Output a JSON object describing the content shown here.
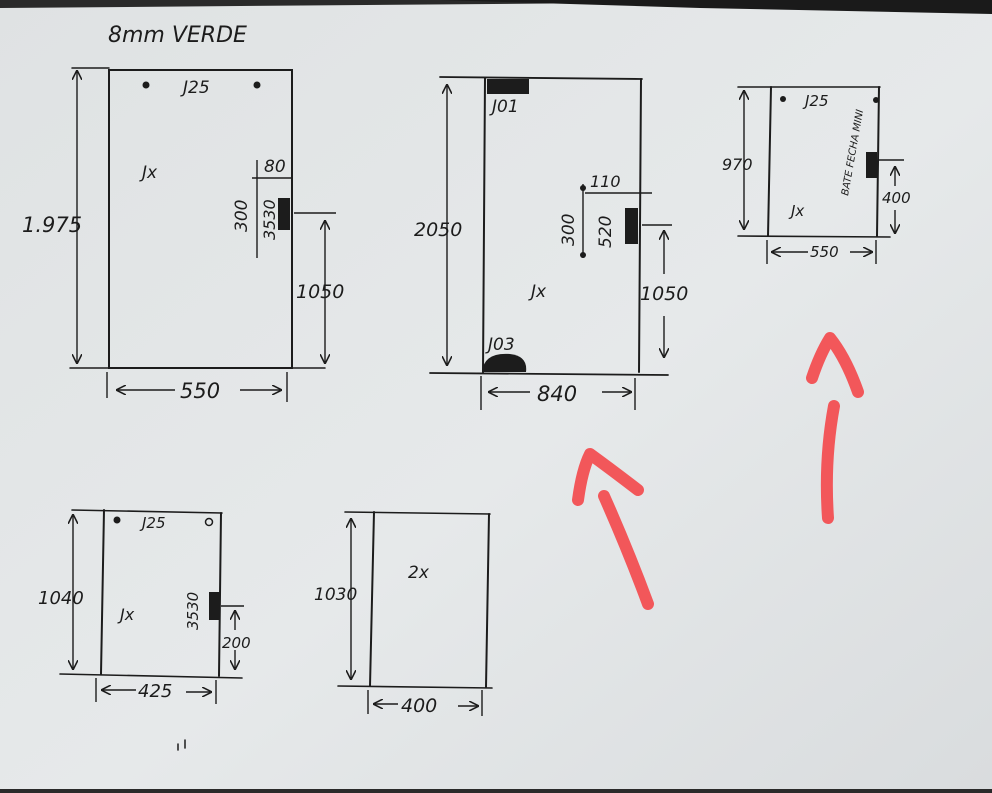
{
  "sheet": {
    "title": "8mm VERDE",
    "accent_color": "#f2575a",
    "ink_color": "#1c1c1c",
    "paper_color": "#e6e9ea"
  },
  "panels": [
    {
      "name": "panel-a",
      "top_label": "J25",
      "center_label": "Jx",
      "height_label": "1.975",
      "width_label": "550",
      "right_labels": {
        "top": "80",
        "mid1": "300",
        "mid2": "3530",
        "lower": "1050"
      }
    },
    {
      "name": "panel-b",
      "top_label": "J01",
      "bottom_label": "J03",
      "center_label": "Jx",
      "height_label": "2050",
      "width_label": "840",
      "right_labels": {
        "top": "110",
        "mid1": "300",
        "mid2": "520",
        "lower": "1050"
      }
    },
    {
      "name": "panel-c",
      "top_label": "J25",
      "center_label": "Jx",
      "height_label": "970",
      "width_label": "550",
      "side_note": "BATE FECHA MINI",
      "right_labels": {
        "lower": "400"
      }
    },
    {
      "name": "panel-d",
      "top_label": "J25",
      "center_label": "Jx",
      "height_label": "1040",
      "width_label": "425",
      "right_labels": {
        "mid": "3530",
        "lower": "200"
      }
    },
    {
      "name": "panel-e",
      "center_label": "2x",
      "height_label": "1030",
      "width_label": "400"
    }
  ]
}
